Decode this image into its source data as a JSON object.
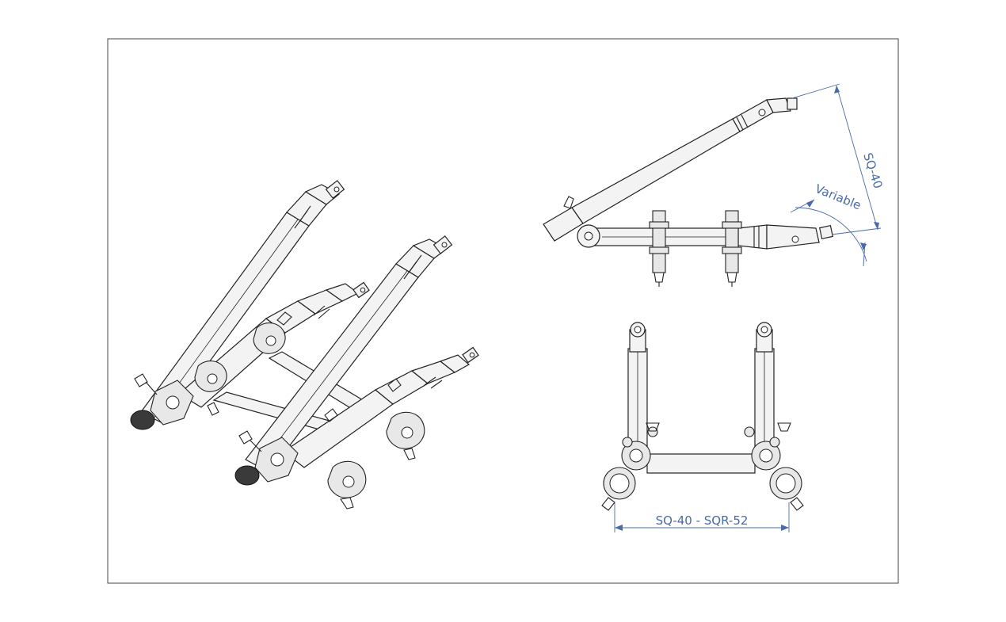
{
  "drawing": {
    "dimension_color": "#4a6aa8",
    "line_color": "#222222",
    "frame_color": "#444444",
    "labels": {
      "height": "SQ-40",
      "angle": "Variable",
      "width": "SQ-40 - SQR-52"
    }
  }
}
